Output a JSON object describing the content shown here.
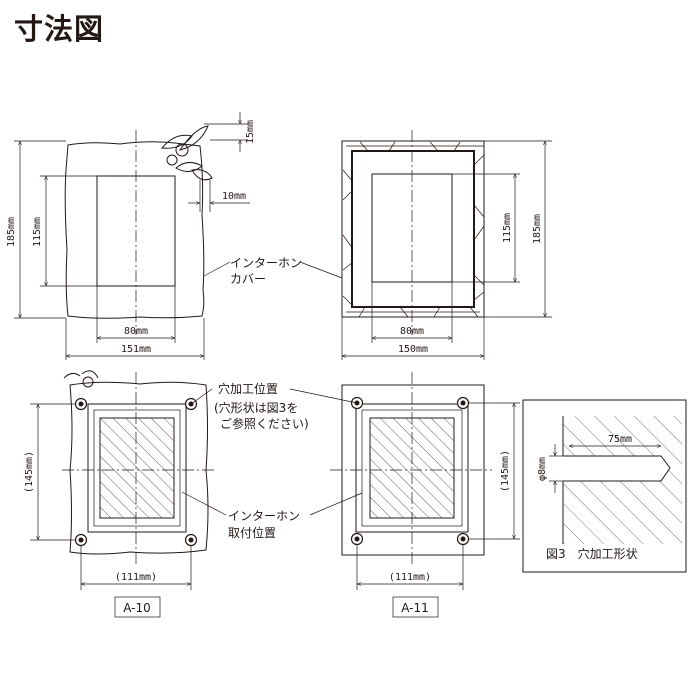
{
  "title": "寸法図",
  "colors": {
    "line": "#231815",
    "background": "#ffffff"
  },
  "views": {
    "a10_front": {
      "height": "185mm",
      "window_height": "115mm",
      "window_width": "80mm",
      "width": "151mm",
      "leaf_height": "15mm",
      "leaf_offset": "10mm"
    },
    "a11_front": {
      "height": "185mm",
      "window_height": "115mm",
      "window_width": "80mm",
      "width": "150mm"
    },
    "cover_label": [
      "インターホン",
      "カバー"
    ],
    "a10_mount": {
      "pitch_v": "(145mm)",
      "pitch_h": "(111mm)",
      "code": "A-10"
    },
    "a11_mount": {
      "pitch_v": "(145mm)",
      "pitch_h": "(111mm)",
      "code": "A-11"
    },
    "hole_label": [
      "穴加工位置",
      "(穴形状は図3を",
      "ご参照ください)"
    ],
    "mount_label": [
      "インターホン",
      "取付位置"
    ],
    "fig3": {
      "depth": "75mm",
      "diameter": "φ8mm",
      "caption": "図3　穴加工形状"
    }
  }
}
